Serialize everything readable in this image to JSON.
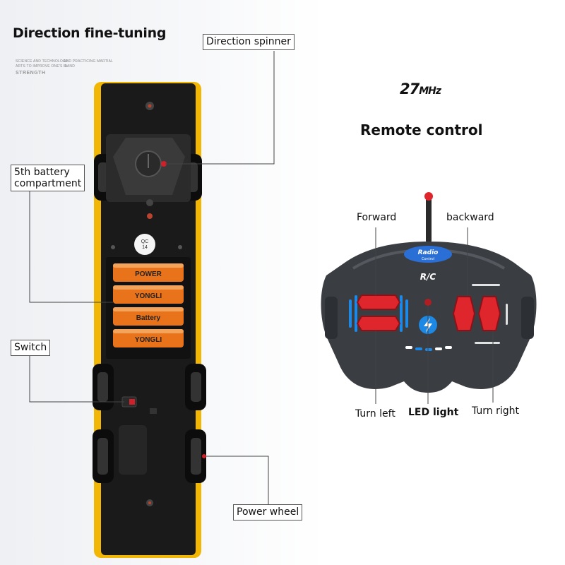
{
  "header": {
    "title": "Direction fine-tuning",
    "tagline_left_1": "SCIENCE AND TECHNOLOGY",
    "tagline_right_1": "AND PRACTICING MARTIAL",
    "tagline_left_2": "ARTS TO IMPROVE ONE'S IN",
    "tagline_right_2": "S AND",
    "tagline_strength": "STRENGTH"
  },
  "callouts": {
    "direction_spinner": "Direction spinner",
    "battery_line1": "5th battery",
    "battery_line2": "compartment",
    "switch": "Switch",
    "power_wheel": "Power wheel"
  },
  "vehicle": {
    "qc_line1": "QC",
    "qc_line2": "14",
    "battery_brand": "YONGLI",
    "battery_power": "POWER",
    "battery_word": "Battery"
  },
  "remote": {
    "frequency_number": "27",
    "frequency_unit": "MHz",
    "title": "Remote control",
    "badge_line1": "Radio",
    "badge_line2": "Control",
    "rc_mark": "R/C",
    "labels": {
      "forward": "Forward",
      "backward": "backward",
      "turn_left": "Turn left",
      "led_light": "LED light",
      "turn_right": "Turn right"
    }
  },
  "colors": {
    "vehicle_yellow": "#f2b705",
    "chassis_black": "#1a1a1a",
    "battery_orange": "#e8731a",
    "remote_body": "#3a3d42",
    "button_red": "#e0262d",
    "accent_blue": "#1e88e5"
  }
}
